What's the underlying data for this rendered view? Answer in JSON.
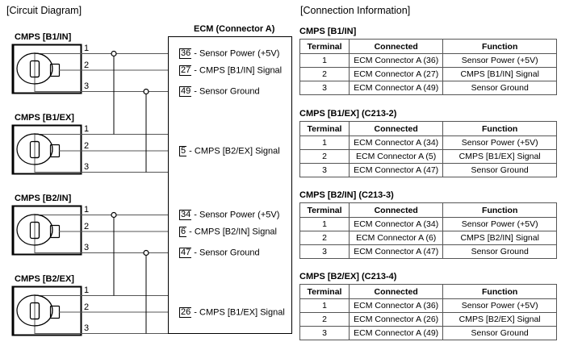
{
  "headings": {
    "circuit": "[Circuit Diagram]",
    "connection": "[Connection Information]"
  },
  "circuit": {
    "ecm_title": "ECM (Connector A)",
    "sensors": [
      {
        "label": "CMPS [B1/IN]",
        "pins": [
          "1",
          "2",
          "3"
        ]
      },
      {
        "label": "CMPS [B1/EX]",
        "pins": [
          "1",
          "2",
          "3"
        ]
      },
      {
        "label": "CMPS [B2/IN]",
        "pins": [
          "1",
          "2",
          "3"
        ]
      },
      {
        "label": "CMPS [B2/EX]",
        "pins": [
          "1",
          "2",
          "3"
        ]
      }
    ],
    "terminals": [
      {
        "number": "36",
        "desc": " - Sensor Power (+5V)"
      },
      {
        "number": "27",
        "desc": " - CMPS [B1/IN] Signal"
      },
      {
        "number": "49",
        "desc": " - Sensor Ground"
      },
      {
        "number": "5",
        "desc": " - CMPS [B2/EX] Signal"
      },
      {
        "number": "34",
        "desc": " - Sensor Power (+5V)"
      },
      {
        "number": "6",
        "desc": " - CMPS [B2/IN] Signal"
      },
      {
        "number": "47",
        "desc": " - Sensor Ground"
      },
      {
        "number": "26",
        "desc": " - CMPS [B1/EX] Signal"
      }
    ]
  },
  "tables": [
    {
      "name": "CMPS [B1/IN]",
      "headers": [
        "Terminal",
        "Connected",
        "Function"
      ],
      "rows": [
        [
          "1",
          "ECM Connector A (36)",
          "Sensor Power (+5V)"
        ],
        [
          "2",
          "ECM Connector A (27)",
          "CMPS [B1/IN] Signal"
        ],
        [
          "3",
          "ECM Connector A (49)",
          "Sensor Ground"
        ]
      ]
    },
    {
      "name": "CMPS [B1/EX] (C213-2)",
      "headers": [
        "Terminal",
        "Connected",
        "Function"
      ],
      "rows": [
        [
          "1",
          "ECM Connector A (34)",
          "Sensor Power (+5V)"
        ],
        [
          "2",
          "ECM Connector A (5)",
          "CMPS [B1/EX] Signal"
        ],
        [
          "3",
          "ECM Connector A (47)",
          "Sensor Ground"
        ]
      ]
    },
    {
      "name": "CMPS [B2/IN] (C213-3)",
      "headers": [
        "Terminal",
        "Connected",
        "Function"
      ],
      "rows": [
        [
          "1",
          "ECM Connector A (34)",
          "Sensor Power (+5V)"
        ],
        [
          "2",
          "ECM Connector A (6)",
          "CMPS [B2/IN] Signal"
        ],
        [
          "3",
          "ECM Connector A (47)",
          "Sensor Ground"
        ]
      ]
    },
    {
      "name": "CMPS [B2/EX] (C213-4)",
      "headers": [
        "Terminal",
        "Connected",
        "Function"
      ],
      "rows": [
        [
          "1",
          "ECM Connector A (36)",
          "Sensor Power (+5V)"
        ],
        [
          "2",
          "ECM Connector A (26)",
          "CMPS [B2/EX] Signal"
        ],
        [
          "3",
          "ECM Connector A (49)",
          "Sensor Ground"
        ]
      ]
    }
  ]
}
